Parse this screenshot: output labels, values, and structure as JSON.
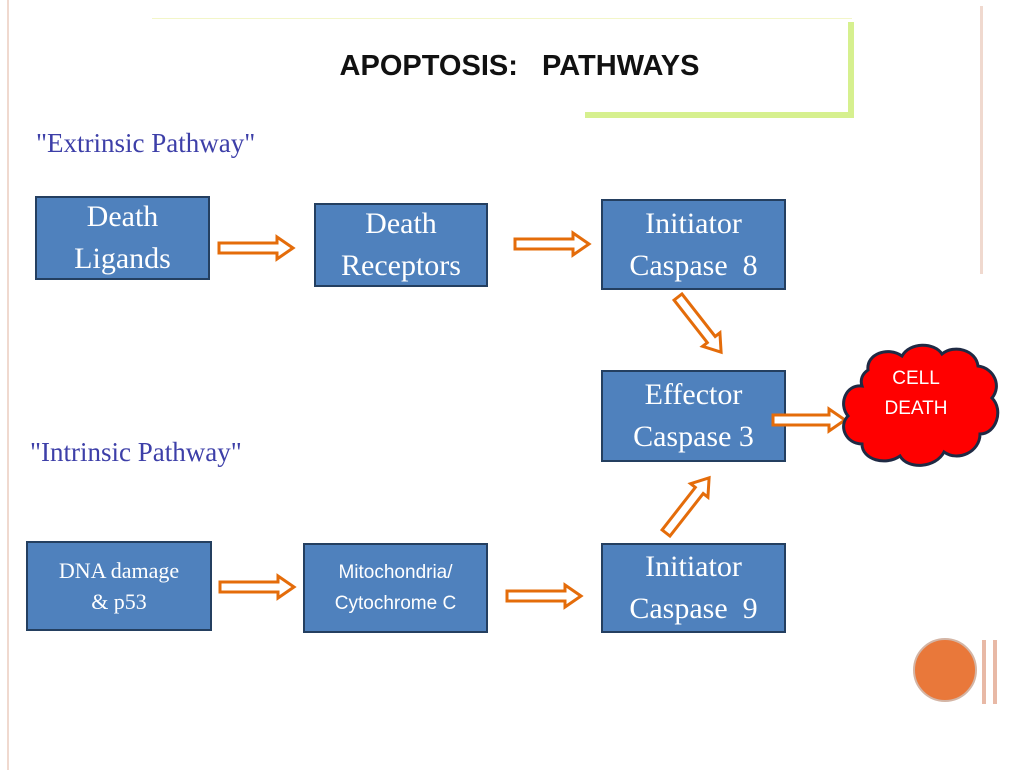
{
  "title": "APOPTOSIS:   PATHWAYS",
  "extrinsic": {
    "label": "\"Extrinsic Pathway\"",
    "death_ligands": [
      "Death",
      "Ligands"
    ],
    "death_receptors": [
      "Death",
      "Receptors"
    ],
    "initiator_caspase_8": [
      "Initiator",
      "Caspase  8"
    ]
  },
  "effector": {
    "lines": [
      "Effector",
      "Caspase 3"
    ]
  },
  "cell_death": {
    "lines": [
      "CELL",
      "DEATH"
    ]
  },
  "intrinsic": {
    "label": "\"Intrinsic Pathway\"",
    "dna_damage": [
      "DNA damage",
      "& p53"
    ],
    "mitochondria": [
      "Mitochondria/",
      "Cytochrome C"
    ],
    "initiator_caspase_9": [
      "Initiator",
      "Caspase  9"
    ]
  },
  "colors": {
    "box_fill": "#4f81bd",
    "box_border": "#243f60",
    "arrow": "#e46c0a",
    "cloud_fill": "#ff0000",
    "cloud_outline": "#1f2a44",
    "label_text": "#3d3fa8",
    "accent_green": "#d6f08f",
    "decor_circle": "#e9783a"
  },
  "icons": {
    "arrow": "hollow-block-arrow",
    "cloud": "cloud-shape",
    "decor": "orange-circle"
  }
}
